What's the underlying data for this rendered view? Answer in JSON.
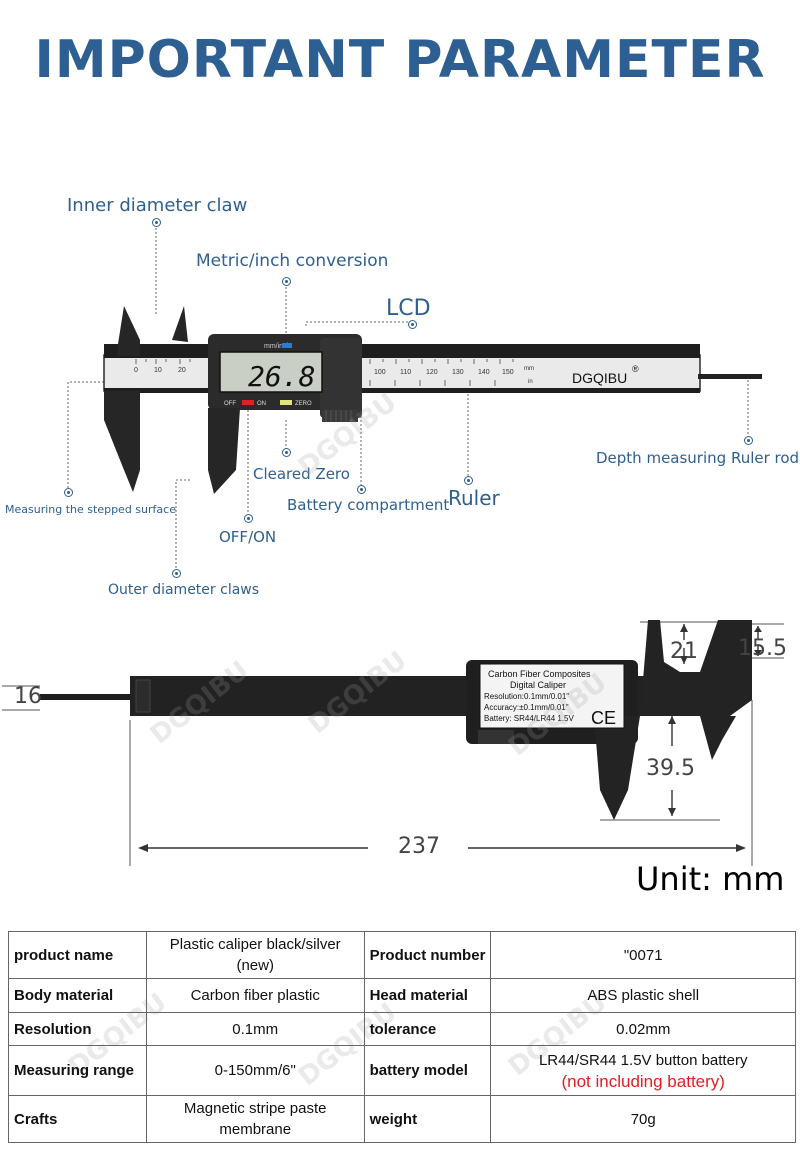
{
  "title": "IMPORTANT PARAMETER",
  "callouts": {
    "inner_diameter_claw": "Inner diameter claw",
    "metric_inch": "Metric/inch conversion",
    "lcd": "LCD",
    "depth_rod": "Depth measuring Ruler rod",
    "cleared_zero": "Cleared Zero",
    "ruler": "Ruler",
    "battery": "Battery compartment",
    "stepped": "Measuring the stepped surface",
    "off_on": "OFF/ON",
    "outer_claws": "Outer diameter claws"
  },
  "caliper": {
    "brand": "DGQIBU",
    "reg": "®",
    "display_value": "26.8",
    "display_header": "mm/inch",
    "btn_off": "OFF",
    "btn_on": "ON",
    "btn_zero": "ZERO",
    "scale_a": [
      "0",
      "10",
      "20"
    ],
    "scale_b": [
      "100",
      "110",
      "120",
      "130",
      "140",
      "150"
    ],
    "scale_unit_mm": "mm",
    "scale_unit_in": "in"
  },
  "back_label": {
    "line1": "Carbon Fiber Composites",
    "line2": "Digital Caliper",
    "line3": "Resolution:0.1mm/0.01\"",
    "line4": "Accuracy:±0.1mm/0.01\"",
    "line5": "Battery: SR44/LR44 1.5V",
    "ce": "CE"
  },
  "dimensions": {
    "d16": "16",
    "d21": "21",
    "d15_5": "15.5",
    "d39_5": "39.5",
    "d237": "237",
    "unit": "Unit: mm"
  },
  "watermark": "DGQIBU",
  "specs": [
    {
      "k1": "product name",
      "v1": "Plastic caliper black/silver (new)",
      "k2": "Product number",
      "v2": "\"0071"
    },
    {
      "k1": "Body material",
      "v1": "Carbon fiber plastic",
      "k2": "Head material",
      "v2": "ABS plastic shell"
    },
    {
      "k1": "Resolution",
      "v1": "0.1mm",
      "k2": "tolerance",
      "v2": "0.02mm"
    },
    {
      "k1": "Measuring range",
      "v1": "0-150mm/6\"",
      "k2": "battery model",
      "v2": "LR44/SR44 1.5V button battery",
      "v2_note": "(not including battery)"
    },
    {
      "k1": "Crafts",
      "v1": "Magnetic stripe paste membrane",
      "k2": "weight",
      "v2": "70g"
    }
  ],
  "colors": {
    "title": "#2d5f92",
    "callout": "#2f5f8f",
    "note_red": "#e02020"
  }
}
